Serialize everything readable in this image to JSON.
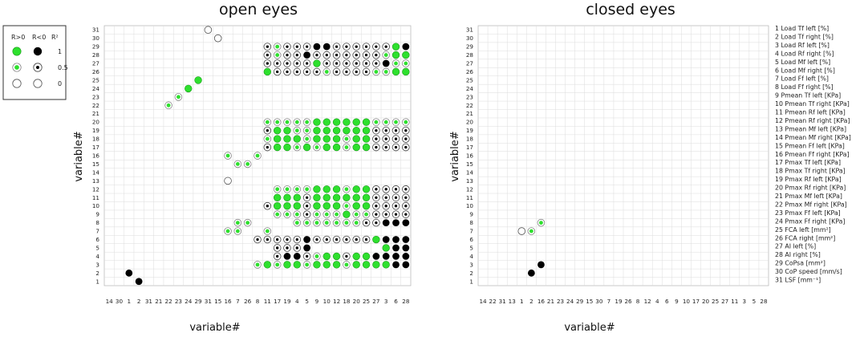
{
  "chart_data": [
    {
      "type": "scatter",
      "title": "open eyes",
      "xlabel": "variable#",
      "ylabel": "variable#",
      "x_order": [
        14,
        30,
        1,
        2,
        31,
        21,
        22,
        23,
        24,
        29,
        31,
        15,
        16,
        7,
        26,
        8,
        11,
        17,
        19,
        4,
        5,
        9,
        10,
        12,
        18,
        20,
        25,
        27,
        3,
        6,
        28
      ],
      "y_range": [
        1,
        31
      ],
      "grid": true,
      "levels": {
        "g": "R>0, R²≈0.5",
        "G": "R>0, R²≈1",
        "k": "R<0, R²≈0.5",
        "K": "R<0, R²≈1",
        "w": "R²≈0"
      },
      "rows": {
        "1": ". . . K . . . . . . . . . . . . . . . . . . . . . . . . . . .",
        "2": ". . K . . . . . . . . . . . . . . . . . . . . . . . . . . . .",
        "3": ". . . . . . . . . . . . . . . g G g G G g G G G g G G G G K K",
        "4": ". . . . . . . . . . . . . . . . . k K K k g G G k G G K K K K",
        "5": ". . . . . . . . . . . . . . . . . k k k K . . . . . . . G K K",
        "6": ". . . . . . . . . . . . . . . k k k k k K k k k k k k G K K K",
        "7": ". . . . . . . . . . . . g g . . g . . . . . . . . . . . . . .",
        "8": ". . . . . . . . . . . . . g g . . . . g g g g g g g k k K K K",
        "9": ". . . . . . . . . . . . . . . . . g g g k g g g G g g k k k k",
        "10": ". . . . . . . . . . . . . . . . k G G G k G G G g G G k k k k",
        "11": ". . . . . . . . . . . . . . . . . G G G k G G G G G G k k k k",
        "12": ". . . . . . . . . . . . . . . . . g g g g G G G g G G k k k k",
        "13": ". . . . . . . . . . . . w . . . . . . . . . . . . . . . . . .",
        "14": ". . . . . . . . . . . . . . . . . . . . . . . . . . . . . . .",
        "15": ". . . . . . . . . . . . . g g . . . . . . . . . . . . . . . . .",
        "16": ". . . . . . . . . . . . g . . g . . . . . . . . . . . . . . . .",
        "17": ". . . . . . . . . . . . . . . . k G G g G g G G g G G k k k k",
        "18": ". . . . . . . . . . . . . . . . g G G G g G G G g G G k k k k",
        "19": ". . . . . . . . . . . . . . . . k G G g g G G G G G G k k k k",
        "20": ". . . . . . . . . . . . . . . . g g g g g G G G G G G g g g g",
        "21": ". . . . . . . . . . . . . . . . . . . . . . . . . . . . . . .",
        "22": ". . . . . . g . . . . . . . . . . . . . . . . . . . . . . . .",
        "23": ". . . . . . . g . . . . . . . . . . . . . . . . . . . . . . .",
        "24": ". . . . . . . . G . . . . . . . . . . . . . . . . . . . . . .",
        "25": ". . . . . . . . . G . . . . . . . . . . . . . . . . . . . . .",
        "26": ". . . . . . . . . . . . . . . . G k k k k k g k k k k g g G G",
        "27": ". . . . . . . . . . . . . . . . k k k k k G k k k k k k K g g",
        "28": ". . . . . . . . . . . . . . . . k g k k K k k k k k k k g G G",
        "29": ". . . . . . . . . . . . . . . . k g k k k K K k k k k k k G K",
        "30": ". . . . . . . . . . . w . . . . . . . . . . . . . . . . . . .",
        "31": ". . . . . . . . . . w . . . . . . . . . . . . . . . . . . . ."
      }
    },
    {
      "type": "scatter",
      "title": "closed eyes",
      "xlabel": "variable#",
      "ylabel": "variable#",
      "x_order": [
        14,
        22,
        31,
        13,
        1,
        2,
        16,
        21,
        23,
        24,
        29,
        15,
        30,
        7,
        19,
        26,
        8,
        12,
        4,
        6,
        9,
        10,
        17,
        20,
        25,
        27,
        11,
        3,
        5,
        28
      ],
      "y_range": [
        1,
        31
      ],
      "grid": true,
      "levels": {
        "g": "R>0, R²≈0.5",
        "G": "R>0, R²≈1",
        "k": "R<0, R²≈0.5",
        "K": "R<0, R²≈1",
        "w": "R²≈0"
      },
      "rows": {
        "1": ". . . . . . . . . . . . . . . . . . . . . . . . . . . . . .",
        "2": ". . . . . K . . . . . . . . . . . . . . . . . . . . . . . .",
        "3": ". . . . . . K . . . . . . . . . . . . . . . . . . . . . . .",
        "4": ". . . . . . . . . . . . . . . . . . . . . . . . . . . . . .",
        "5": ". . . . . . . . . . . . . . . . . . . . . . . . . . . . . .",
        "6": ". . . . . . . . . . . . . . . . . . . . . . . . . . . . . .",
        "7": ". . . . w g . . . . . . . . . . . . . . . . . . . . . . . .",
        "8": ". . . . . . g . . . . . . . . . . . . . . . . . . . . . . .",
        "9": ". . . . . . . . . . . . . . . . . . . . . . . . . . . . . .",
        "10": ". . . . . . . . . . . . . . . . . . . . . . . . . . . . . .",
        "11": ". . . . . . . . . . . . . . . . . . . . . . . . . . . . . .",
        "12": ". . . . . . . . . . . . . . . . . . . . . . . . . . . . . .",
        "13": ". . . . . . . . . . . . . . . . . . . . . . . . . . . . . .",
        "14": ". . . . . . . . . . . . . . . . . . . . . . . . . . . . . .",
        "15": ". . . . . . . . . . . . . . . . . . . . . . . . . . . . . .",
        "16": ". . . . . . . . . . . . . . . . . . . . . . . . . . . . . .",
        "17": ". . . . . . . . . . . . . . . . . . . . . . . . . . . . . .",
        "18": ". . . . . . . . . . . . . . . . . . . . . . . . . . . . . .",
        "19": ". . . . . . . . . . . . . . . . . . . . . . . . . . . . . .",
        "20": ". . . . . . . . . . . . . . . . . . . . . . . . . . . . . .",
        "21": ". . . . . . . . . . . . . . . . . . . . . . . . . . . . . .",
        "22": ". . . . . . . . . . . . . . . . . . . . . . . . . . . . . .",
        "23": ". . . . . . . . . . . . . . . . . . . . . . . . . . . . . .",
        "24": ". . . . . . . . . . . . . . . . . . . . . . . . . . . . . .",
        "25": ". . . . . . . . . . . . . . . . . . . . . . . . . . . . . .",
        "26": ". . . . . . . . . . . . . . . . . . . . . . . . . . . . . .",
        "27": ". . . . . . . . . . . . . . . . . . . . . . . . . . . . . .",
        "28": ". . . . . . . . . . . . . . . . . . . . . . . . . . . . . .",
        "29": ". . . . . . . . . . . . . . . . . . . . . . . . . . . . . .",
        "30": ". . . . . . . . . . . . . . . . . . . . . . . . . . . . . .",
        "31": ". . . . . . . . . . . . . . . . . . . . . . . . . . . . . ."
      }
    }
  ],
  "legend": {
    "headers": [
      "R>0",
      "R<0",
      "R²"
    ],
    "rows": [
      {
        "pos": "G",
        "neg": "K",
        "r2": "1"
      },
      {
        "pos": "g",
        "neg": "k",
        "r2": "0.5"
      },
      {
        "pos": "w",
        "neg": "w",
        "r2": "0"
      }
    ]
  },
  "variable_list": [
    "1  Load Tf left [%]",
    "2  Load Tf right [%]",
    "3  Load Rf left [%]",
    "4  Load Rf right [%]",
    "5  Load Mf left [%]",
    "6  Load Mf right [%]",
    "7  Load Ff left [%]",
    "8  Load Ff right [%]",
    "9  Pmean Tf left [KPa]",
    "10 Pmean Tf right [KPa]",
    "11 Pmean Rf left [KPa]",
    "12 Pmean Rf right [KPa]",
    "13 Pmean Mf left [KPa]",
    "14 Pmean Mf right [KPa]",
    "15 Pmean Ff left [KPa]",
    "16 Pmean Ff right [KPa]",
    "17 Pmax Tf left [KPa]",
    "18 Pmax Tf right [KPa]",
    "19 Pmax Rf left [KPa]",
    "20 Pmax Rf right [KPa]",
    "21 Pmax Mf left [KPa]",
    "22 Pmax Mf right [KPa]",
    "23 Pmax Ff left [KPa]",
    "24 Pmax Ff right [KPa]",
    "25 FCA left  [mm²]",
    "26 FCA right  [mm²]",
    "27 AI left [%]",
    "28 AI right [%]",
    "29 CoPsa  [mm²]",
    "30 CoP speed [mm/s]",
    "31 LSF [mm⁻¹]"
  ],
  "colors": {
    "positive_fill": "#2ee02e",
    "negative_fill": "#000000",
    "grid": "#dcdcdc",
    "frame": "#bbbbbb"
  }
}
